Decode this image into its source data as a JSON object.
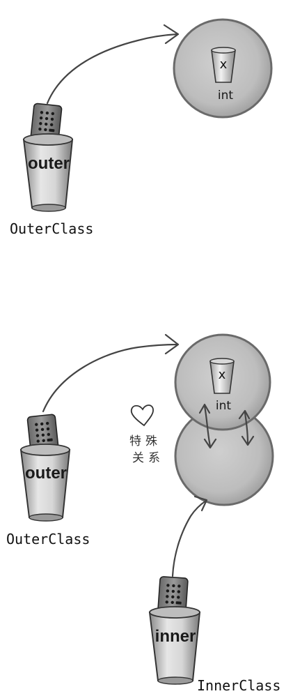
{
  "top_diagram": {
    "remote_cup": {
      "label": "outer"
    },
    "object": {
      "field_cup_var": "x",
      "field_cup_type": "int"
    },
    "class_label": "OuterClass"
  },
  "bottom_diagram": {
    "outer_remote_cup": {
      "label": "outer"
    },
    "outer_object": {
      "field_cup_var": "x",
      "field_cup_type": "int"
    },
    "outer_class_label": "OuterClass",
    "relationship": {
      "line1": "特殊",
      "line2": "关系",
      "icon": "heart-icon"
    },
    "inner_remote_cup": {
      "label": "inner"
    },
    "inner_class_label": "InnerClass"
  }
}
